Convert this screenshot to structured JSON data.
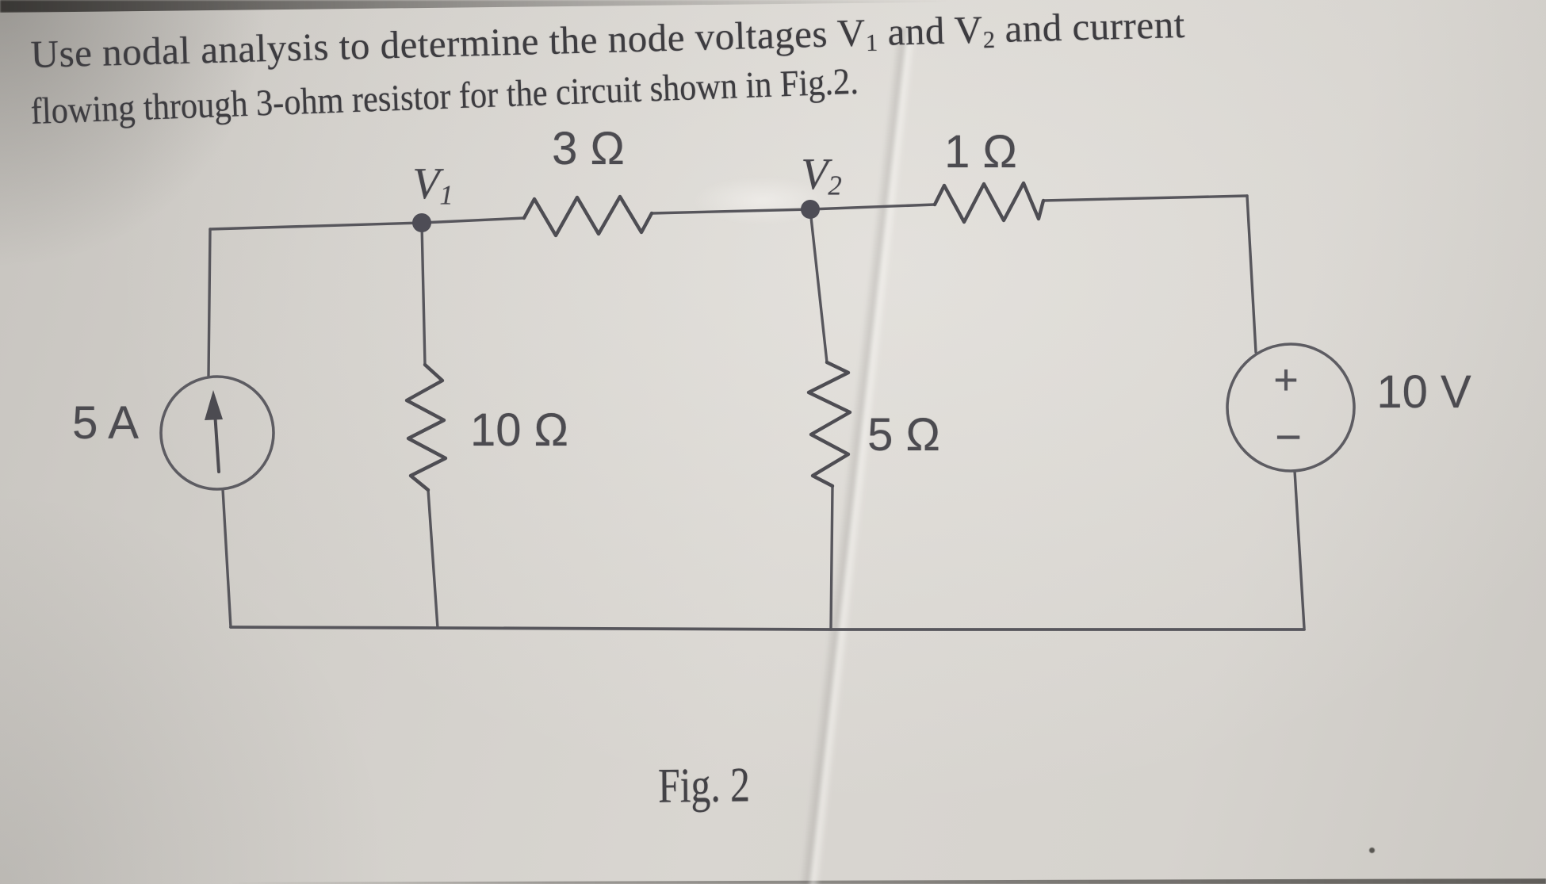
{
  "question": {
    "part1": "Use nodal analysis to determine the node voltages V",
    "sub1": "1",
    "part2": " and V",
    "sub2": "2",
    "part3": " and current",
    "line2": "flowing through 3-ohm resistor for the circuit shown in Fig.2."
  },
  "circuit": {
    "node1": "V",
    "node1_sub": "1",
    "node2": "V",
    "node2_sub": "2",
    "r3_label": "3 Ω",
    "r1_label": "1 Ω",
    "r10_label": "10 Ω",
    "r5_label": "5 Ω",
    "current_source_label": "5 A",
    "voltage_source_label": "10 V",
    "voltage_plus": "+",
    "voltage_minus": "−"
  },
  "caption": "Fig. 2",
  "colors": {
    "ink": "#3d3c40",
    "wire": "#57565c",
    "paper": "#d3d0cb"
  }
}
